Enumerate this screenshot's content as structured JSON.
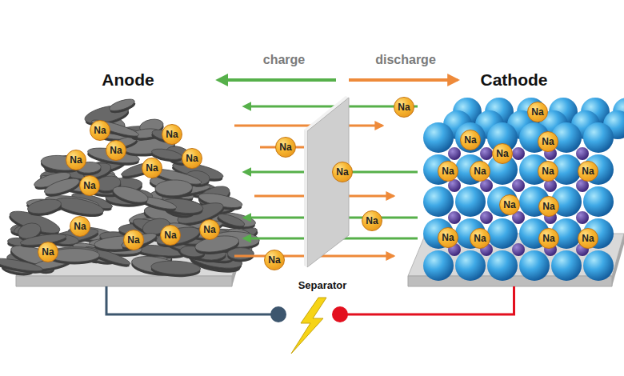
{
  "diagram": {
    "nodes": [
      {
        "text": [
          "Anode"
        ]
      },
      {
        "text": [
          "Na"
        ],
        "in": 0
      },
      {
        "text": [
          "Na"
        ],
        "in": 0
      },
      {
        "text": [
          "Na"
        ],
        "in": 0
      },
      {
        "text": [
          "Na"
        ],
        "in": 0
      },
      {
        "text": [
          "Na"
        ],
        "in": 0
      },
      {
        "text": [
          "Na"
        ],
        "in": 0
      },
      {
        "text": [
          "Na"
        ],
        "in": 0
      },
      {
        "text": [
          "Na"
        ],
        "in": 0
      },
      {
        "text": [
          "Na"
        ],
        "in": 0
      },
      {
        "text": [
          "Na"
        ],
        "in": 0
      },
      {
        "text": [
          "Na"
        ],
        "in": 0
      },
      {
        "text": [
          "Na"
        ],
        "in": 0
      },
      {
        "text": [
          "Na"
        ]
      },
      {
        "text": [
          "Na"
        ]
      },
      {
        "text": [
          "Na"
        ]
      },
      {
        "text": [
          "Na"
        ]
      },
      {
        "text": [
          "Na"
        ]
      },
      {
        "text": [
          "Separator"
        ]
      },
      {
        "text": [
          "Cathode"
        ]
      },
      {
        "text": [
          "Na"
        ],
        "in": 19
      },
      {
        "text": [
          "Na"
        ],
        "in": 19
      },
      {
        "text": [
          "Na"
        ],
        "in": 19
      },
      {
        "text": [
          "Na"
        ],
        "in": 19
      },
      {
        "text": [
          "Na"
        ],
        "in": 19
      },
      {
        "text": [
          "Na"
        ],
        "in": 19
      },
      {
        "text": [
          "Na"
        ],
        "in": 19
      },
      {
        "text": [
          "Na"
        ],
        "in": 19
      },
      {
        "text": [
          "Na"
        ],
        "in": 19
      },
      {
        "text": [
          "Na"
        ],
        "in": 19
      },
      {
        "text": [
          "Na"
        ],
        "in": 19
      },
      {
        "text": [
          "Na"
        ],
        "in": 19
      },
      {
        "text": [
          "Na"
        ],
        "in": 19
      },
      {
        "text": [
          "Na"
        ],
        "in": 19
      }
    ],
    "edges": [
      {
        "from": 0,
        "to": 19,
        "arrow": "none"
      }
    ],
    "labels": [
      "charge",
      "discharge"
    ]
  }
}
